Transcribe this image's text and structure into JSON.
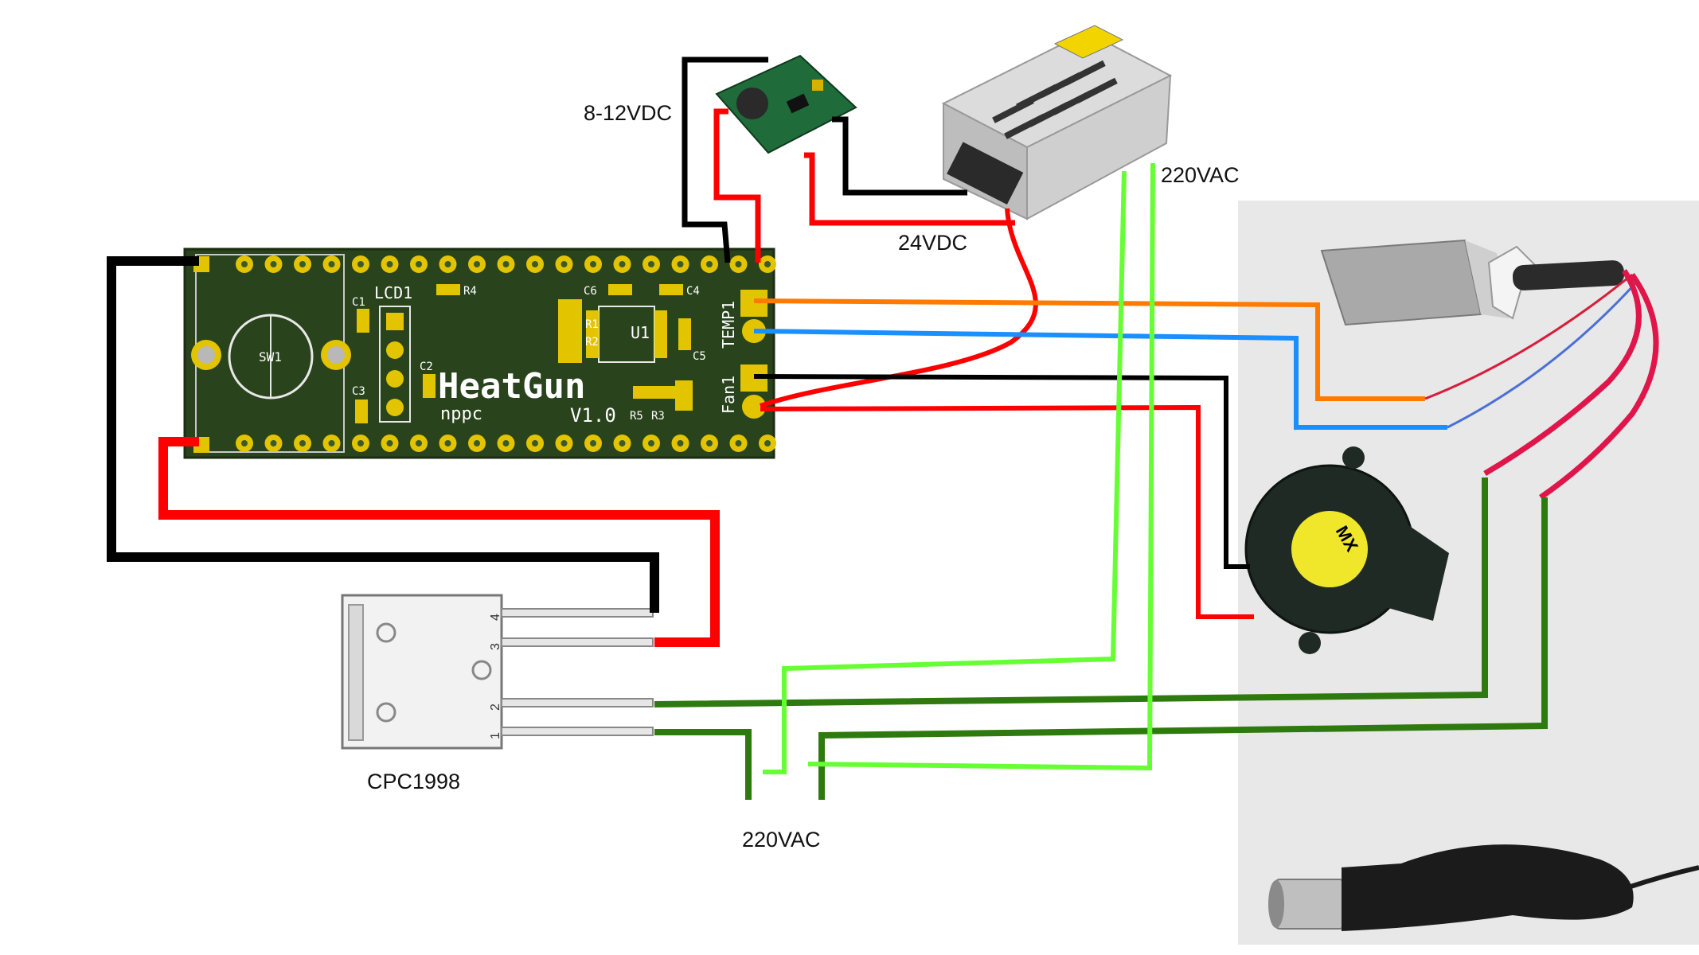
{
  "labels": {
    "step_down_input": "8-12VDC",
    "psu_output": "24VDC",
    "psu_input": "220VAC",
    "mains_input": "220VAC",
    "triac_part": "CPC1998"
  },
  "pcb": {
    "title": "HeatGun",
    "subtitle": "nppc",
    "version": "V1.0",
    "lcd_ref": "LCD1",
    "switch_ref": "SW1",
    "ic_ref": "U1",
    "temp_connector": "TEMP1",
    "fan_connector": "Fan1",
    "components": [
      "C1",
      "C2",
      "C3",
      "C4",
      "C5",
      "C6",
      "R1",
      "R2",
      "R3",
      "R4",
      "R5"
    ]
  },
  "triac_pins": [
    "4",
    "3",
    "2",
    "1"
  ],
  "fan_brand": "MX",
  "colors": {
    "pcb_green": "#29431c",
    "pad_gold": "#e3c400",
    "wire_black": "#000000",
    "wire_red": "#ff0000",
    "wire_orange": "#ff7a00",
    "wire_blue": "#1a8fff",
    "wire_lime": "#66ff33",
    "wire_darkgreen": "#2f7a0f",
    "panel_grey": "#e8e8e8"
  }
}
